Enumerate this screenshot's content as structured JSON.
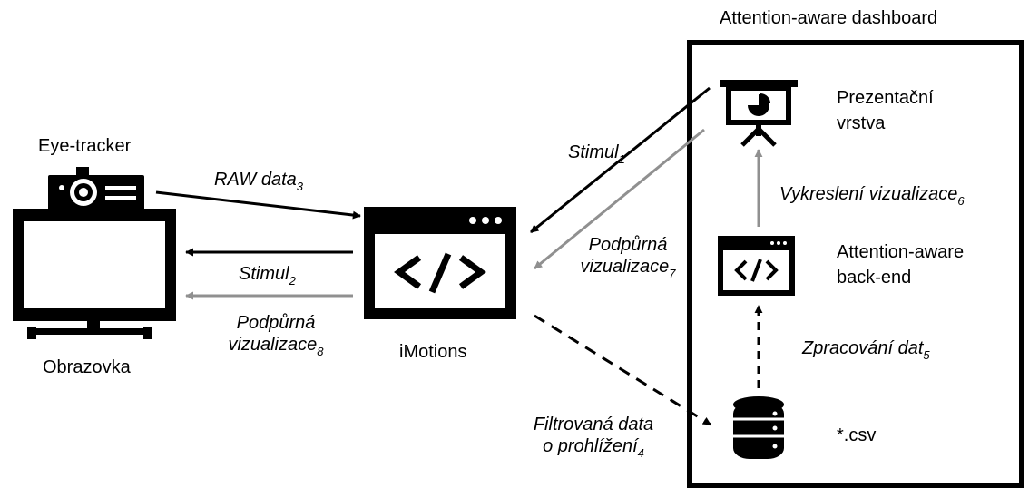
{
  "dashboard": {
    "title": "Attention-aware dashboard",
    "presentation_label_1": "Prezentační",
    "presentation_label_2": "vrstva",
    "backend_label_1": "Attention-aware",
    "backend_label_2": "back-end",
    "csv_label": "*.csv"
  },
  "nodes": {
    "eye_tracker": "Eye-tracker",
    "screen": "Obrazovka",
    "imotions": "iMotions"
  },
  "edges": {
    "raw_data": {
      "text": "RAW data",
      "sub": "3"
    },
    "stimul_2": {
      "text": "Stimul",
      "sub": "2"
    },
    "support_8": {
      "line1": "Podpůrná",
      "line2": "vizualizace",
      "sub": "8"
    },
    "stimul_1": {
      "text": "Stimul",
      "sub": "1"
    },
    "support_7": {
      "line1": "Podpůrná",
      "line2": "vizualizace",
      "sub": "7"
    },
    "render_6": {
      "text": "Vykreslení vizualizace",
      "sub": "6"
    },
    "process_5": {
      "text": "Zpracování dat",
      "sub": "5"
    },
    "filtered_4": {
      "line1": "Filtrovaná data",
      "line2": "o prohlížení",
      "sub": "4"
    }
  },
  "colors": {
    "black_arrow": "#000000",
    "gray_arrow": "#909090"
  },
  "icons": [
    "projector-icon",
    "monitor-icon",
    "code-window-icon",
    "presentation-board-icon",
    "database-icon"
  ]
}
